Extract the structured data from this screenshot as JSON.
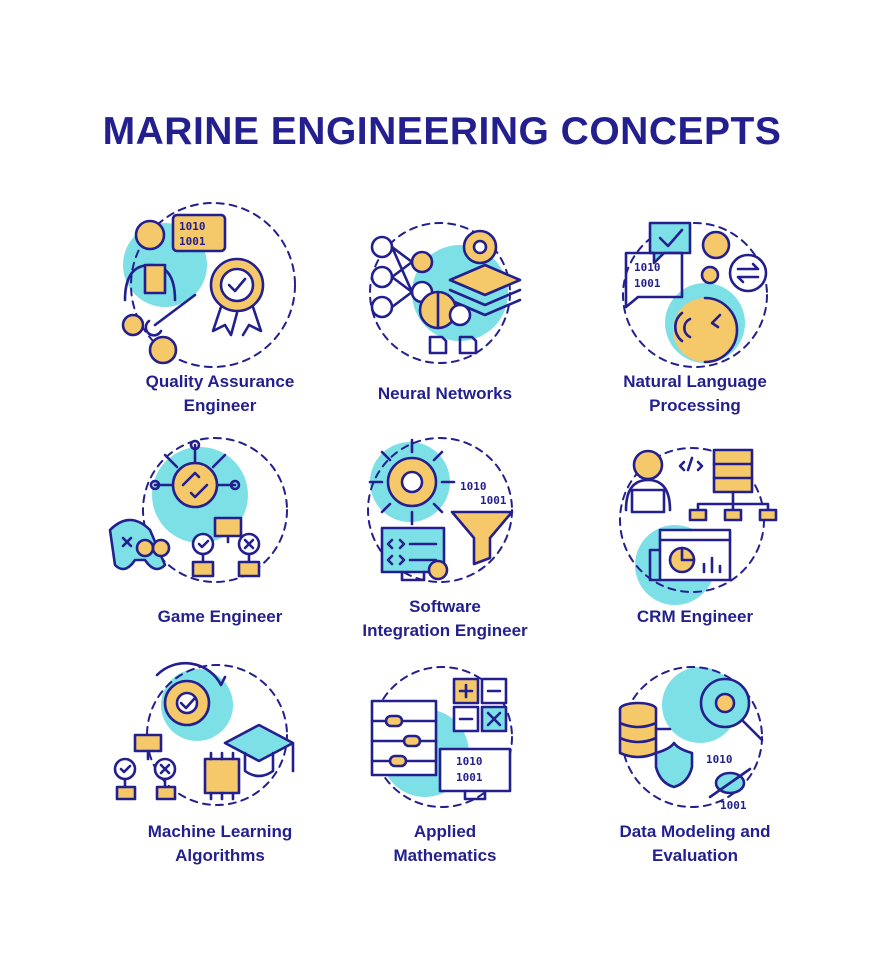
{
  "title": "MARINE ENGINEERING CONCEPTS",
  "icons": [
    {
      "label": "Quality Assurance\nEngineer",
      "icon": "qa-engineer-icon"
    },
    {
      "label": "Neural Networks",
      "icon": "neural-network-icon"
    },
    {
      "label": "Natural Language\nProcessing",
      "icon": "nlp-icon"
    },
    {
      "label": "Game Engineer",
      "icon": "game-engineer-icon"
    },
    {
      "label": "Software\nIntegration Engineer",
      "icon": "software-integration-icon"
    },
    {
      "label": "CRM Engineer",
      "icon": "crm-engineer-icon"
    },
    {
      "label": "Machine Learning\nAlgorithms",
      "icon": "machine-learning-icon"
    },
    {
      "label": "Applied\nMathematics",
      "icon": "applied-math-icon"
    },
    {
      "label": "Data Modeling and\nEvaluation",
      "icon": "data-modeling-icon"
    }
  ],
  "binary": {
    "a": "1010",
    "b": "1001"
  },
  "colors": {
    "text": "#231f8e",
    "accent_cyan": "#7de0e6",
    "accent_yellow": "#f5c86a"
  }
}
